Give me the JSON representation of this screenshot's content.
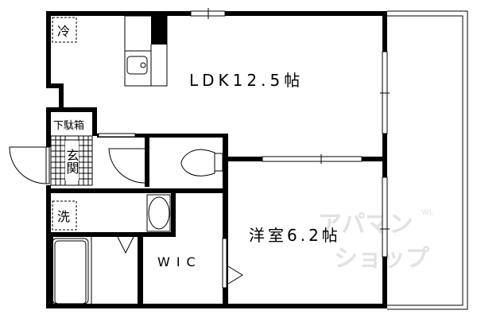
{
  "rooms": {
    "ldk": "LDK12.5帖",
    "bedroom": "洋室6.2帖",
    "wic": "WIC",
    "shoe_box": "下駄箱",
    "entrance": "玄関",
    "fridge": "冷",
    "washer": "洗"
  },
  "watermark": {
    "line1": "アパマン",
    "line2": "ショップ",
    "small": "WL"
  },
  "colors": {
    "wall": "#000000",
    "watermark": "#e0e0e0"
  }
}
